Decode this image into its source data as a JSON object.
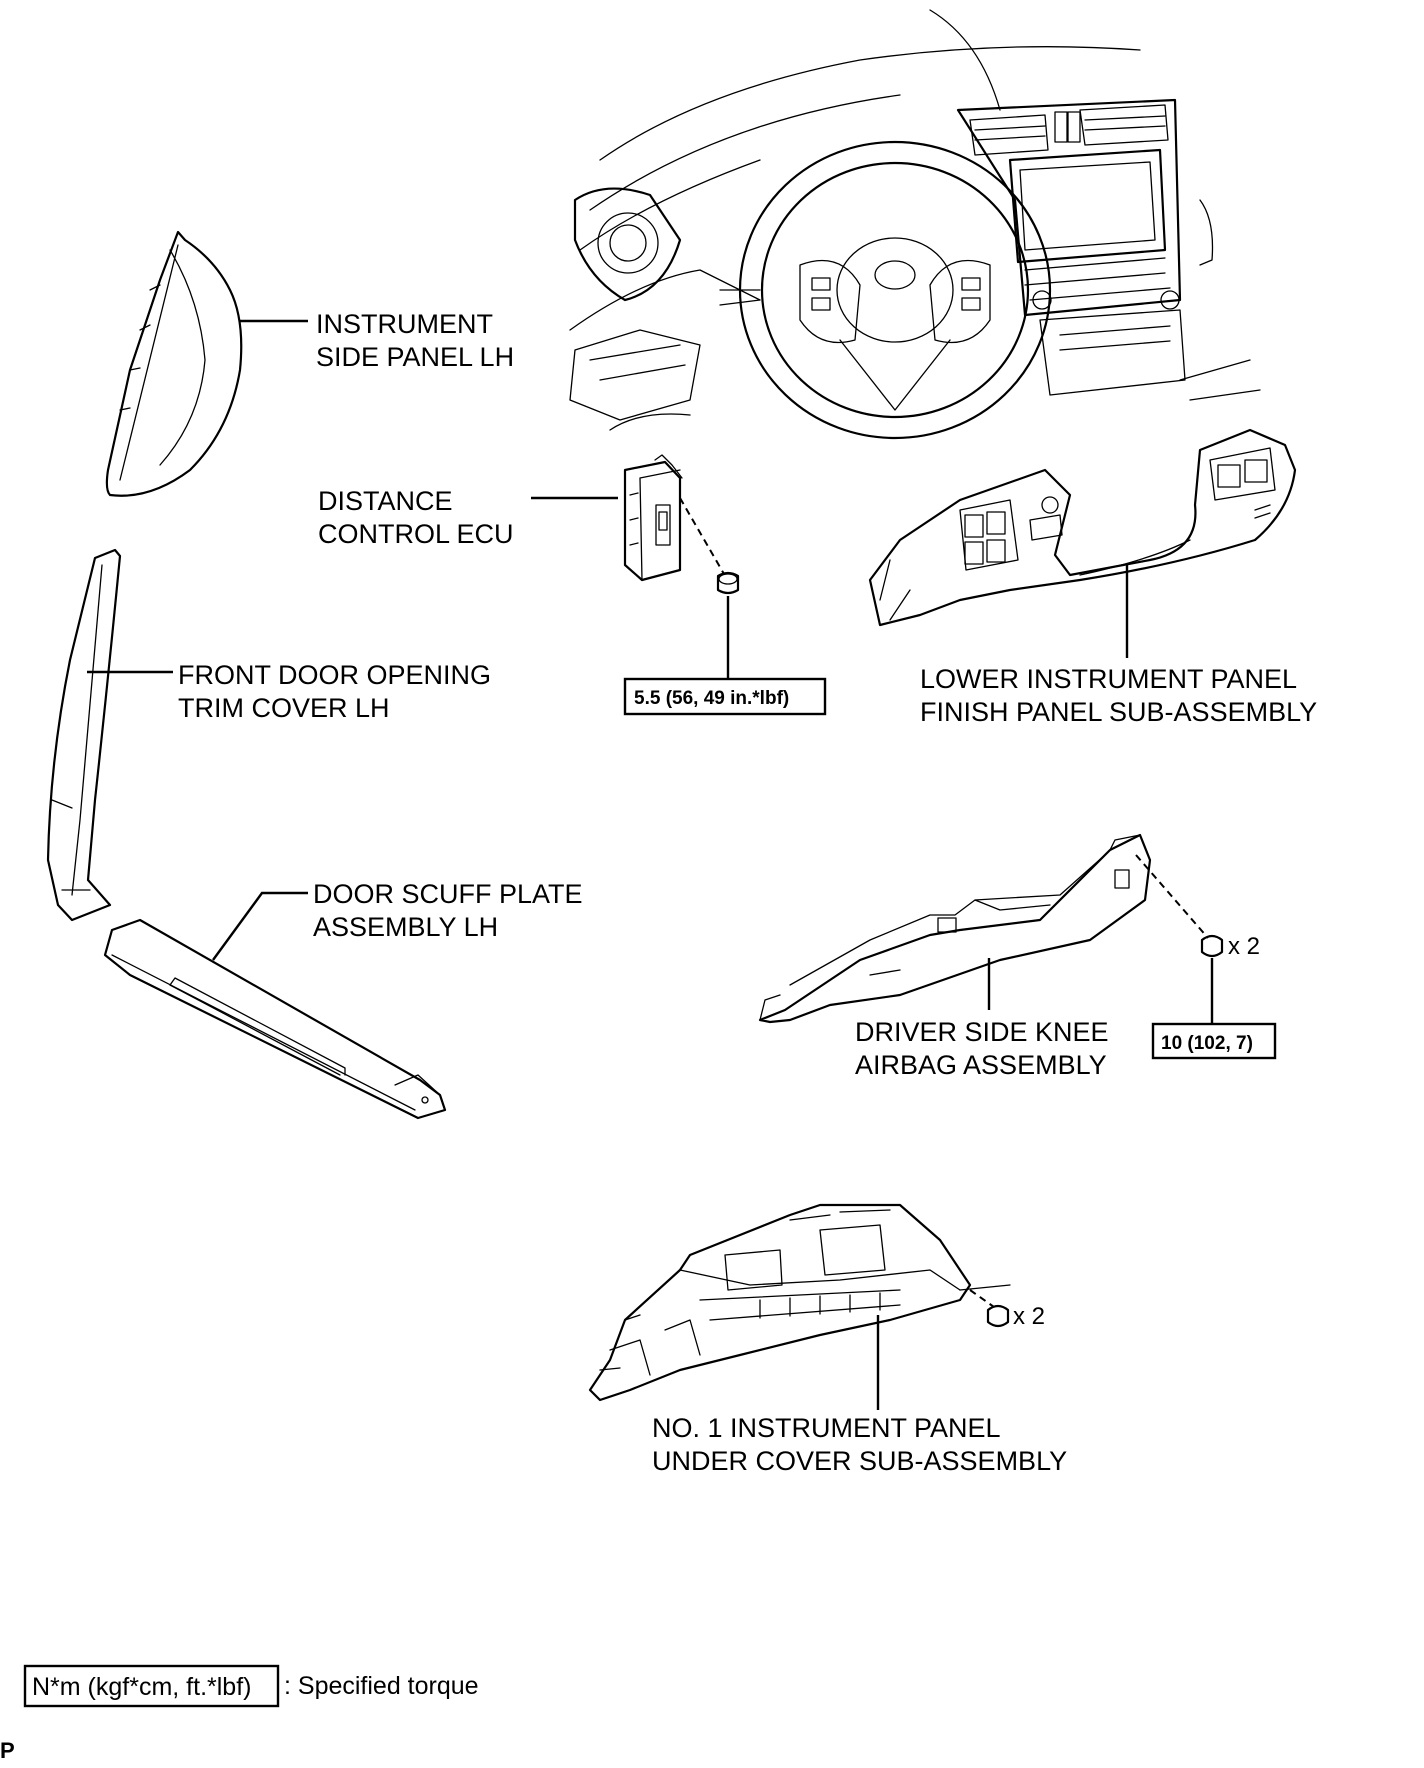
{
  "labels": {
    "instrument_side_panel": [
      "INSTRUMENT",
      "SIDE PANEL LH"
    ],
    "distance_control_ecu": [
      "DISTANCE",
      "CONTROL ECU"
    ],
    "front_door_opening_trim": [
      "FRONT DOOR OPENING",
      "TRIM COVER LH"
    ],
    "lower_instrument_panel": [
      "LOWER INSTRUMENT PANEL",
      "FINISH PANEL SUB-ASSEMBLY"
    ],
    "door_scuff_plate": [
      "DOOR SCUFF PLATE",
      "ASSEMBLY LH"
    ],
    "knee_airbag": [
      "DRIVER SIDE KNEE",
      "AIRBAG ASSEMBLY"
    ],
    "under_cover": [
      "NO. 1 INSTRUMENT PANEL",
      "UNDER COVER SUB-ASSEMBLY"
    ]
  },
  "torques": {
    "ecu_nut": "5.5 (56, 49 in.*lbf)",
    "knee_airbag_bolt": "10 (102, 7)"
  },
  "quantities": {
    "knee_airbag_bolt": "x 2",
    "under_cover_screw": "x 2"
  },
  "legend": {
    "unit_box": "N*m (kgf*cm, ft.*lbf)",
    "description": ": Specified torque"
  },
  "corner_mark": "P"
}
